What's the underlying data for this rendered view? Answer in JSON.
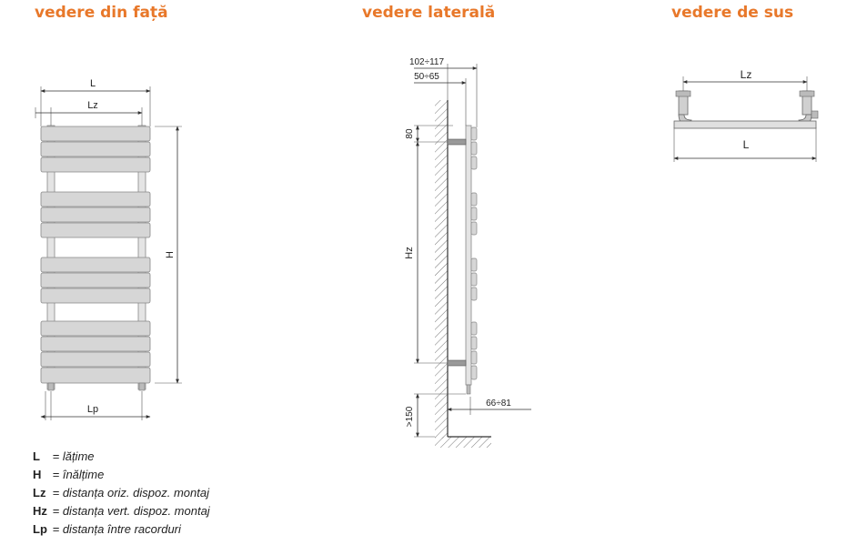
{
  "views": {
    "front": {
      "title": "vedere din față"
    },
    "side": {
      "title": "vedere laterală"
    },
    "top": {
      "title": "vedere de sus"
    }
  },
  "front_labels": {
    "width": "L",
    "lz": "Lz",
    "height": "H",
    "lp": "Lp"
  },
  "side_labels": {
    "depth_total": "102÷117",
    "depth_wall": "50÷65",
    "offset_top": "80",
    "hz": "Hz",
    "offset_bottom": ">150",
    "bottom_depth": "66÷81"
  },
  "top_labels": {
    "lz": "Lz",
    "width": "L"
  },
  "legend": [
    {
      "key": "L",
      "desc": "= lățime"
    },
    {
      "key": "H",
      "desc": "= înălțime"
    },
    {
      "key": "Lz",
      "desc": "= distanța oriz. dispoz. montaj"
    },
    {
      "key": "Hz",
      "desc": "= distanța vert. dispoz. montaj"
    },
    {
      "key": "Lp",
      "desc": "= distanța între racorduri"
    }
  ],
  "colors": {
    "heading": "#e8782a",
    "panel": "#d6d6d6",
    "line": "#333333"
  }
}
